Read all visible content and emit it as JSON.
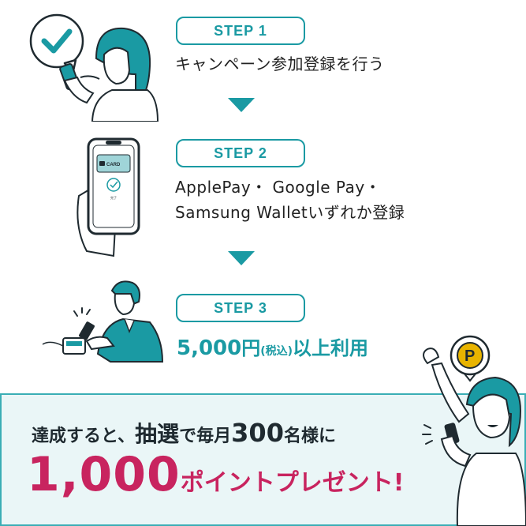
{
  "steps": [
    {
      "badge": "STEP 1",
      "lines": [
        "キャンペーン参加登録を行う"
      ]
    },
    {
      "badge": "STEP 2",
      "lines": [
        "ApplePay・ Google Pay・",
        "Samsung Walletいずれか登録"
      ]
    },
    {
      "badge": "STEP 3",
      "amount": {
        "value": "5,000",
        "unit": "円",
        "tax": "(税込)",
        "suffix": "以上利用"
      }
    }
  ],
  "phone": {
    "card_label": "CARD",
    "caption": "完了"
  },
  "result": {
    "line1": {
      "prefix": "達成すると、",
      "emphasis": "抽選",
      "middle": "で毎月",
      "count": "300",
      "suffix": "名様に"
    },
    "line2": {
      "amount": "1,000",
      "text": "ポイントプレゼント!"
    }
  },
  "coin": {
    "symbol": "P"
  },
  "colors": {
    "accent": "#1a9aa3",
    "highlight": "#c8245f",
    "box_bg": "#eaf6f7"
  }
}
